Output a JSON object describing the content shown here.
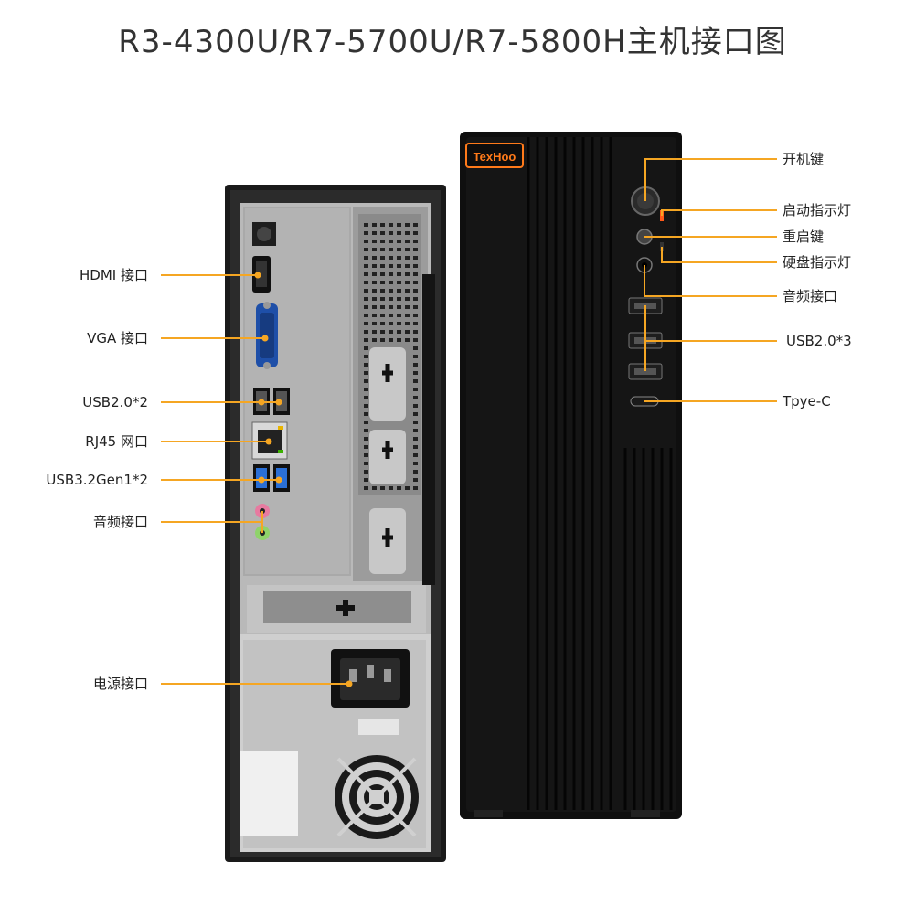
{
  "title": "R3-4300U/R7-5700U/R7-5800H主机接口图",
  "brand_logo": "TexHoo",
  "colors": {
    "accent_line": "#f5a623",
    "brand": "#ff7a1a",
    "case": "#0f0f0f"
  },
  "left_labels": [
    {
      "id": "hdmi",
      "text": "HDMI 接口"
    },
    {
      "id": "vga",
      "text": "VGA 接口"
    },
    {
      "id": "usb20x2",
      "text": "USB2.0*2"
    },
    {
      "id": "rj45",
      "text": "RJ45 网口"
    },
    {
      "id": "usb32",
      "text": "USB3.2Gen1*2"
    },
    {
      "id": "audio-rear",
      "text": "音频接口"
    },
    {
      "id": "power",
      "text": "电源接口"
    }
  ],
  "right_labels": [
    {
      "id": "power-button",
      "text": "开机键"
    },
    {
      "id": "power-led",
      "text": "启动指示灯"
    },
    {
      "id": "reset",
      "text": "重启键"
    },
    {
      "id": "hdd-led",
      "text": "硬盘指示灯"
    },
    {
      "id": "audio-front",
      "text": "音频接口"
    },
    {
      "id": "usb20x3",
      "text": "USB2.0*3"
    },
    {
      "id": "typec",
      "text": "Tpye-C"
    }
  ]
}
